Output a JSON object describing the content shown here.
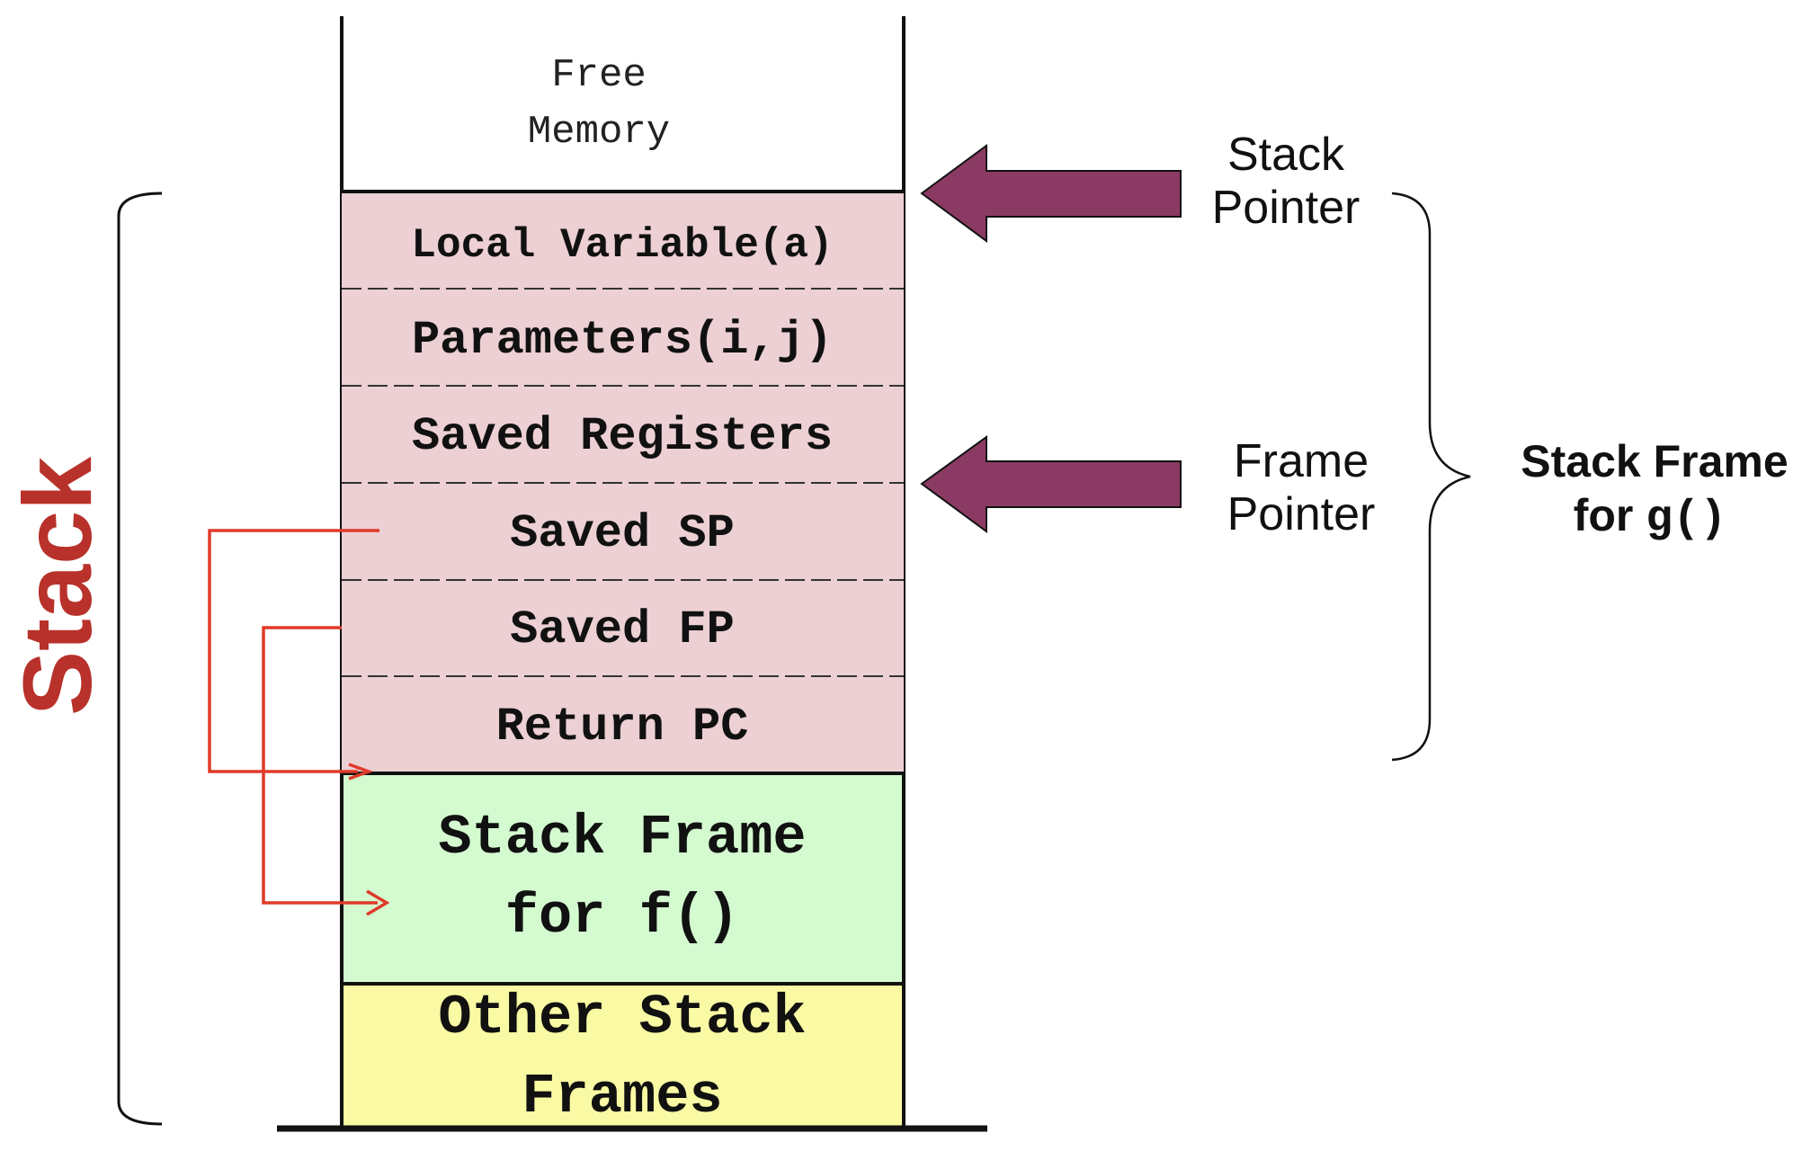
{
  "free_memory": {
    "line1": "Free",
    "line2": "Memory"
  },
  "side_label": "Stack",
  "g_frame_cells": [
    "Local Variable(a)",
    "Parameters(i,j)",
    "Saved Registers",
    "Saved SP",
    "Saved FP",
    "Return PC"
  ],
  "f_frame": {
    "line1": "Stack Frame",
    "line2": "for f()"
  },
  "other_frames": {
    "line1": "Other Stack",
    "line2": "Frames"
  },
  "pointers": {
    "stack_pointer": {
      "line1": "Stack",
      "line2": "Pointer"
    },
    "frame_pointer": {
      "line1": "Frame",
      "line2": "Pointer"
    }
  },
  "brace_label": {
    "line1": "Stack Frame",
    "line2_prefix": "for ",
    "line2_code": "g()"
  },
  "colors": {
    "g_frame_fill": "#ecd0d4",
    "f_frame_fill": "#d4fad0",
    "other_frames_fill": "#fafaa4",
    "pointer_arrow": "#8b3a63",
    "link_arrow": "#e03a2a",
    "stack_label": "#b8312a",
    "outline": "#111111"
  }
}
